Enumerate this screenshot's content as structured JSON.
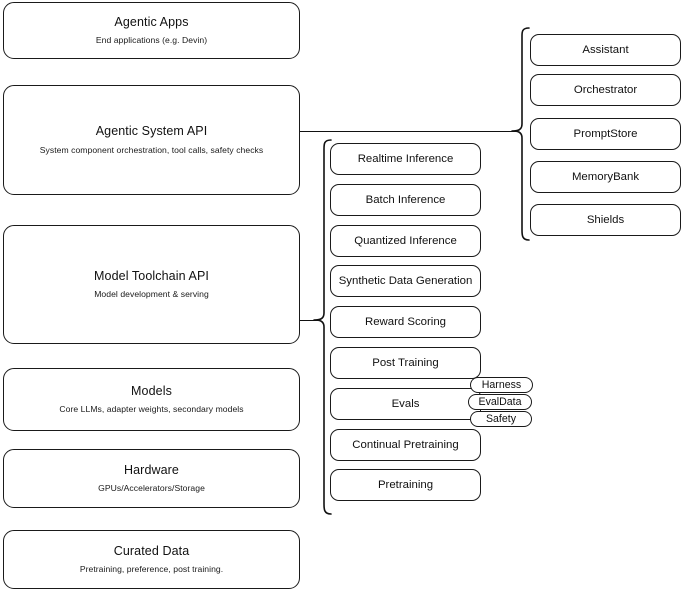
{
  "diagram": {
    "title": "Agentic stack layered architecture",
    "stroke_color": "#1a1a1a",
    "background_color": "#ffffff",
    "layers": [
      {
        "id": "agentic-apps",
        "title": "Agentic Apps",
        "subtitle": "End applications (e.g. Devin)"
      },
      {
        "id": "agentic-system-api",
        "title": "Agentic System API",
        "subtitle": "System component orchestration, tool calls, safety checks"
      },
      {
        "id": "model-toolchain-api",
        "title": "Model Toolchain API",
        "subtitle": "Model development & serving"
      },
      {
        "id": "models",
        "title": "Models",
        "subtitle": "Core LLMs, adapter weights, secondary models"
      },
      {
        "id": "hardware",
        "title": "Hardware",
        "subtitle": "GPUs/Accelerators/Storage"
      },
      {
        "id": "curated-data",
        "title": "Curated Data",
        "subtitle": "Pretraining, preference, post training."
      }
    ],
    "toolchain_capabilities": [
      {
        "id": "realtime-inference",
        "label": "Realtime Inference"
      },
      {
        "id": "batch-inference",
        "label": "Batch Inference"
      },
      {
        "id": "quantized-inference",
        "label": "Quantized Inference"
      },
      {
        "id": "synthetic-data-generation",
        "label": "Synthetic Data Generation"
      },
      {
        "id": "reward-scoring",
        "label": "Reward Scoring"
      },
      {
        "id": "post-training",
        "label": "Post Training"
      },
      {
        "id": "evals",
        "label": "Evals"
      },
      {
        "id": "continual-pretraining",
        "label": "Continual Pretraining"
      },
      {
        "id": "pretraining",
        "label": "Pretraining"
      }
    ],
    "evals_subcomponents": [
      {
        "id": "harness",
        "label": "Harness"
      },
      {
        "id": "evaldata",
        "label": "EvalData"
      },
      {
        "id": "safety",
        "label": "Safety"
      }
    ],
    "system_components": [
      {
        "id": "assistant",
        "label": "Assistant"
      },
      {
        "id": "orchestrator",
        "label": "Orchestrator"
      },
      {
        "id": "promptstore",
        "label": "PromptStore"
      },
      {
        "id": "memorybank",
        "label": "MemoryBank"
      },
      {
        "id": "shields",
        "label": "Shields"
      }
    ]
  }
}
